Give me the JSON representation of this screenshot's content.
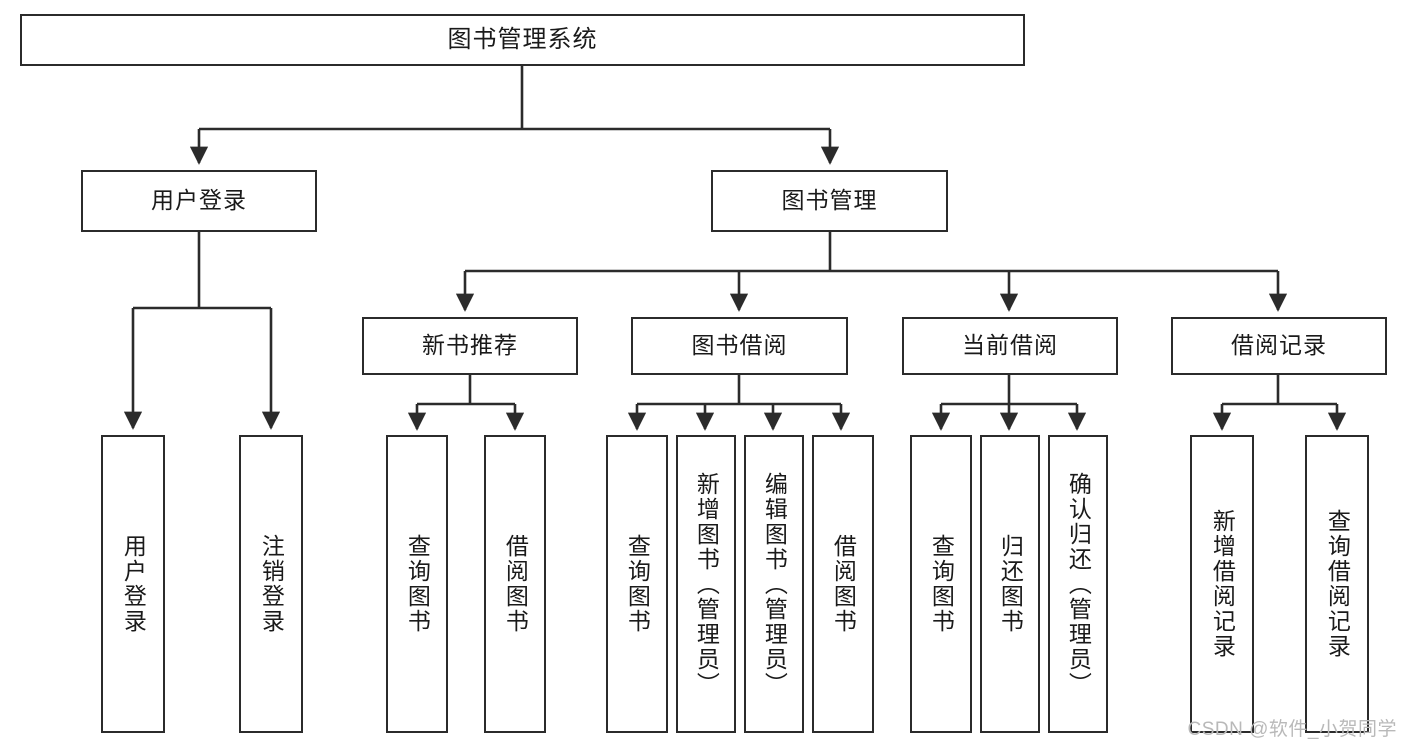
{
  "diagram": {
    "title": "图书管理系统",
    "type": "tree",
    "stroke_color": "#2b2b2b",
    "background_color": "#ffffff",
    "watermark": "CSDN @软件_小贺同学",
    "nodes": {
      "root": {
        "label": "图书管理系统"
      },
      "level2": [
        {
          "id": "user-login",
          "label": "用户登录"
        },
        {
          "id": "book-management",
          "label": "图书管理"
        }
      ],
      "level3": [
        {
          "id": "new-book-recommend",
          "label": "新书推荐"
        },
        {
          "id": "book-borrow",
          "label": "图书借阅"
        },
        {
          "id": "current-borrow",
          "label": "当前借阅"
        },
        {
          "id": "borrow-record",
          "label": "借阅记录"
        }
      ],
      "leaves": {
        "user_login": [
          {
            "id": "leaf-user-login",
            "label": "用户登录"
          },
          {
            "id": "leaf-logout",
            "label": "注销登录"
          }
        ],
        "new_book_recommend": [
          {
            "id": "leaf-query-book-1",
            "label": "查询图书"
          },
          {
            "id": "leaf-borrow-book-1",
            "label": "借阅图书"
          }
        ],
        "book_borrow": [
          {
            "id": "leaf-query-book-2",
            "label": "查询图书"
          },
          {
            "id": "leaf-add-book",
            "label": "新增图书（管理员）"
          },
          {
            "id": "leaf-edit-book",
            "label": "编辑图书（管理员）"
          },
          {
            "id": "leaf-borrow-book-2",
            "label": "借阅图书"
          }
        ],
        "current_borrow": [
          {
            "id": "leaf-query-book-3",
            "label": "查询图书"
          },
          {
            "id": "leaf-return-book",
            "label": "归还图书"
          },
          {
            "id": "leaf-confirm-return",
            "label": "确认归还（管理员）"
          }
        ],
        "borrow_record": [
          {
            "id": "leaf-add-record",
            "label": "新增借阅记录"
          },
          {
            "id": "leaf-query-record",
            "label": "查询借阅记录"
          }
        ]
      }
    }
  }
}
